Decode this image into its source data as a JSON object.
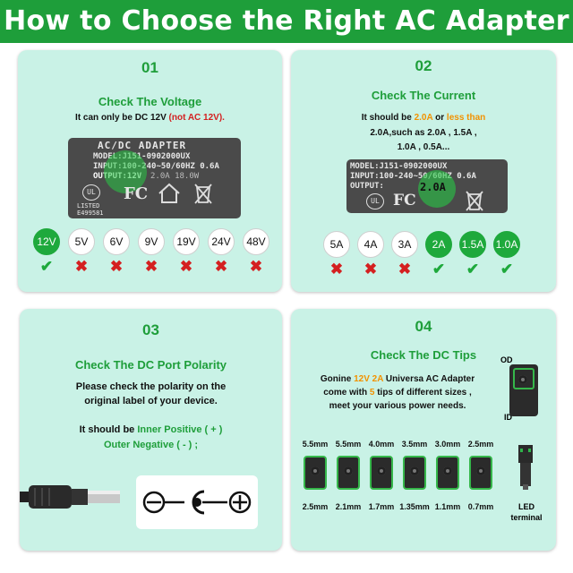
{
  "header": {
    "title": "How to Choose the Right AC Adapter"
  },
  "voltage": {
    "number": "01",
    "title": "Check The Voltage",
    "line_pre": "It can only be DC 12V",
    "line_red": "(not AC 12V).",
    "label": {
      "title": "AC/DC ADAPTER",
      "model": "MODEL:J151-0902000UX",
      "input": "INPUT:100-240~50/60HZ 0.6A",
      "output": "OUTPUT:12V",
      "output_rest": "2.0A 18.0W",
      "listed": "LISTED",
      "code": "E499581"
    },
    "options": [
      {
        "label": "12V",
        "ok": true
      },
      {
        "label": "5V",
        "ok": false
      },
      {
        "label": "6V",
        "ok": false
      },
      {
        "label": "9V",
        "ok": false
      },
      {
        "label": "19V",
        "ok": false
      },
      {
        "label": "24V",
        "ok": false
      },
      {
        "label": "48V",
        "ok": false
      }
    ]
  },
  "current": {
    "number": "02",
    "title": "Check The Current",
    "line1_pre": "It should be",
    "line1_orange": "2.0A",
    "line1_mid": "or",
    "line1_orange2": "less than",
    "line2": "2.0A,such as 2.0A , 1.5A ,",
    "line3": "1.0A , 0.5A...",
    "label": {
      "model": "MODEL:J151-0902000UX",
      "input": "INPUT:100-240~50/60HZ 0.6A",
      "output": "OUTPUT:",
      "output_val": "2.0A"
    },
    "options": [
      {
        "label": "5A",
        "ok": false
      },
      {
        "label": "4A",
        "ok": false
      },
      {
        "label": "3A",
        "ok": false
      },
      {
        "label": "2A",
        "ok": true
      },
      {
        "label": "1.5A",
        "ok": true
      },
      {
        "label": "1.0A",
        "ok": true
      }
    ]
  },
  "polarity": {
    "number": "03",
    "title": "Check The DC Port Polarity",
    "line1": "Please check the polarity on the",
    "line2": "original label of your device.",
    "line3_pre": "It should be",
    "line3_green": "Inner Positive ( + )",
    "line4_green": "Outer Negative ( - ) ;"
  },
  "tips": {
    "number": "04",
    "title": "Check The DC Tips",
    "line1_pre": "Gonine",
    "line1_green": "12V 2A",
    "line1_post": "Universa AC Adapter",
    "line2_pre": "come with",
    "line2_orange": "5",
    "line2_post": "tips of different sizes ,",
    "line3": "meet your various power needs.",
    "od": "OD",
    "id": "ID",
    "led": "LED",
    "terminal": "terminal",
    "outer": [
      "5.5mm",
      "5.5mm",
      "4.0mm",
      "3.5mm",
      "3.0mm",
      "2.5mm"
    ],
    "inner": [
      "2.5mm",
      "2.1mm",
      "1.7mm",
      "1.35mm",
      "1.1mm",
      "0.7mm"
    ]
  },
  "colors": {
    "brand_green": "#1e9e3a",
    "panel": "#c9f2e6",
    "red": "#d42020",
    "orange": "#f29200"
  }
}
